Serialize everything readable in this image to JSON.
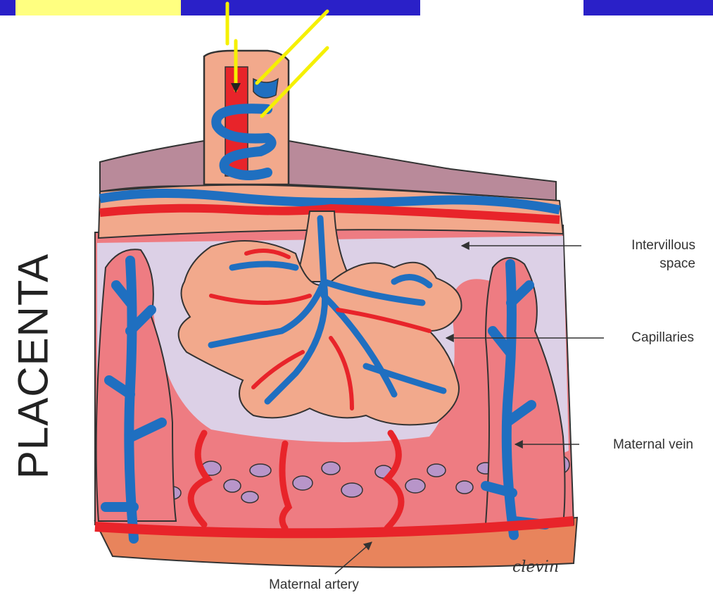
{
  "side_title": "PLACENTA",
  "labels": {
    "intervillous_1": "Intervillous",
    "intervillous_2": "space",
    "capillaries": "Capillaries",
    "maternal_vein": "Maternal vein",
    "maternal_artery": "Maternal artery"
  },
  "signature": "clevin",
  "colors": {
    "topbar_blue": "#2a20c8",
    "topbar_yellow": "#ffff80",
    "pointer_yellow": "#f5f000",
    "vessel_red": "#e8242a",
    "vessel_blue": "#1f6fc0",
    "tissue_peach": "#f2a98c",
    "tissue_pink": "#ee7c82",
    "space_lavender": "#dcd0e6",
    "membrane_mauve": "#b98a9a",
    "cells_purple": "#b895c9",
    "base_orange": "#e8845c"
  }
}
